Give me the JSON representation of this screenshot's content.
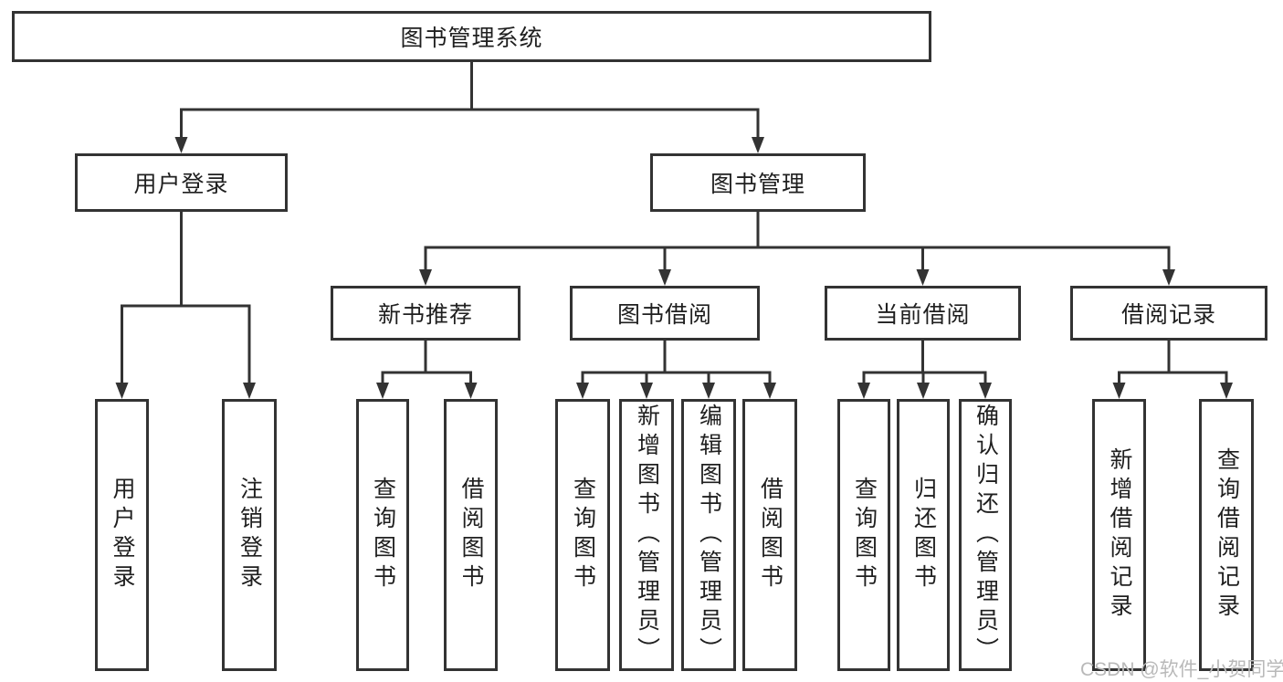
{
  "diagram": {
    "root": {
      "label": "图书管理系统",
      "children": [
        {
          "label": "用户登录",
          "children": [
            {
              "label": "用户登录"
            },
            {
              "label": "注销登录"
            }
          ]
        },
        {
          "label": "图书管理",
          "children": [
            {
              "label": "新书推荐",
              "children": [
                {
                  "label": "查询图书"
                },
                {
                  "label": "借阅图书"
                }
              ]
            },
            {
              "label": "图书借阅",
              "children": [
                {
                  "label": "查询图书"
                },
                {
                  "label": "新增图书（管理员）"
                },
                {
                  "label": "编辑图书（管理员）"
                },
                {
                  "label": "借阅图书"
                }
              ]
            },
            {
              "label": "当前借阅",
              "children": [
                {
                  "label": "查询图书"
                },
                {
                  "label": "归还图书"
                },
                {
                  "label": "确认归还（管理员）"
                }
              ]
            },
            {
              "label": "借阅记录",
              "children": [
                {
                  "label": "新增借阅记录"
                },
                {
                  "label": "查询借阅记录"
                }
              ]
            }
          ]
        }
      ]
    }
  },
  "watermark": {
    "text": "CSDN @软件_小贺同学"
  },
  "colors": {
    "line": "#333333",
    "box_border": "#333333",
    "text": "#1f1f1f",
    "watermark": "#b9b9b9",
    "background": "#ffffff"
  }
}
